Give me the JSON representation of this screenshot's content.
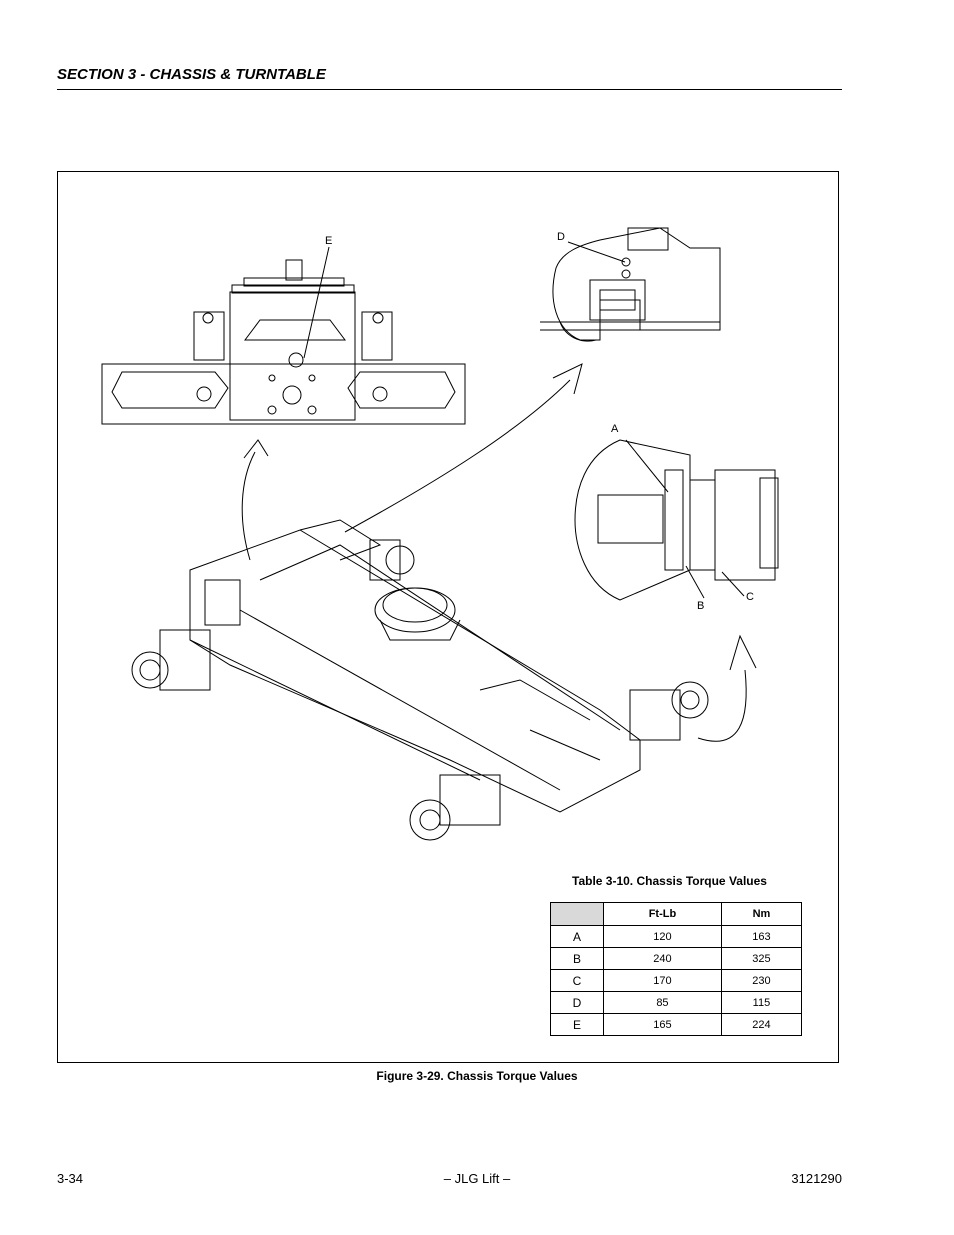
{
  "header": {
    "section_title": "SECTION 3 - CHASSIS & TURNTABLE"
  },
  "figure": {
    "callouts": [
      "E",
      "D",
      "A",
      "B",
      "C"
    ],
    "caption": "Figure 3-29.  Chassis Torque Values"
  },
  "table": {
    "caption": "Table 3-10. Chassis Torque Values",
    "headers": [
      "",
      "Ft-Lb",
      "Nm"
    ],
    "rows": [
      {
        "key": "A",
        "ftlb": "120",
        "nm": "163"
      },
      {
        "key": "B",
        "ftlb": "240",
        "nm": "325"
      },
      {
        "key": "C",
        "ftlb": "170",
        "nm": "230"
      },
      {
        "key": "D",
        "ftlb": "85",
        "nm": "115"
      },
      {
        "key": "E",
        "ftlb": "165",
        "nm": "224"
      }
    ]
  },
  "footer": {
    "page_number": "3-34",
    "center": "– JLG Lift –",
    "doc_number": "3121290"
  }
}
